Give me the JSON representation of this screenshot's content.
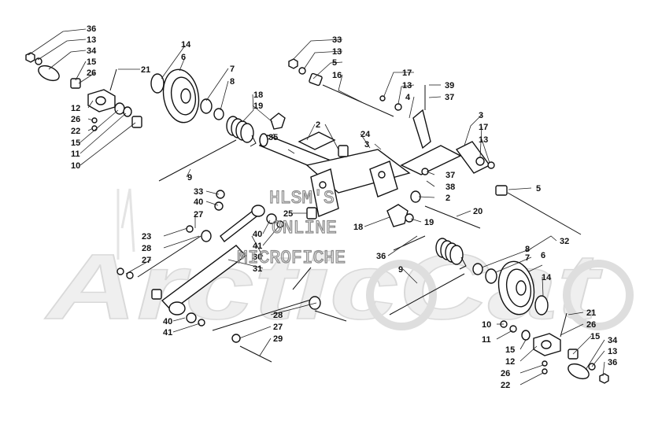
{
  "watermark": {
    "line1": "HLSM'S",
    "line2": "ONLINE",
    "line3": "MICROFICHE",
    "background_brand": "ArcticCat"
  },
  "callouts": {
    "c01": "36",
    "c02": "13",
    "c03": "34",
    "c04": "15",
    "c05": "26",
    "c06": "21",
    "c07": "12",
    "c08": "26",
    "c09": "22",
    "c10": "15",
    "c11": "11",
    "c12": "10",
    "c13": "14",
    "c14": "6",
    "c15": "7",
    "c16": "8",
    "c17": "18",
    "c18": "19",
    "c19": "9",
    "c20": "35",
    "c21": "33",
    "c22": "40",
    "c23": "27",
    "c24": "23",
    "c25": "28",
    "c26": "27",
    "c27": "40",
    "c28": "41",
    "c29": "30",
    "c30": "31",
    "c31": "40",
    "c32": "41",
    "c33": "25",
    "c34": "2",
    "c35": "3",
    "c36": "24",
    "c37": "33",
    "c38": "13",
    "c39": "5",
    "c40": "16",
    "c41": "17",
    "c42": "13",
    "c43": "4",
    "c44": "39",
    "c45": "37",
    "c46": "3",
    "c47": "17",
    "c48": "13",
    "c49": "37",
    "c50": "38",
    "c51": "5",
    "c52": "2",
    "c53": "20",
    "c54": "19",
    "c55": "18",
    "c56": "36",
    "c57": "9",
    "c58": "32",
    "c59": "8",
    "c60": "7",
    "c61": "6",
    "c62": "14",
    "c63": "28",
    "c64": "27",
    "c65": "29",
    "c66": "21",
    "c67": "26",
    "c68": "10",
    "c69": "11",
    "c70": "15",
    "c71": "12",
    "c72": "26",
    "c73": "22",
    "c74": "15",
    "c75": "34",
    "c76": "13",
    "c77": "36"
  }
}
